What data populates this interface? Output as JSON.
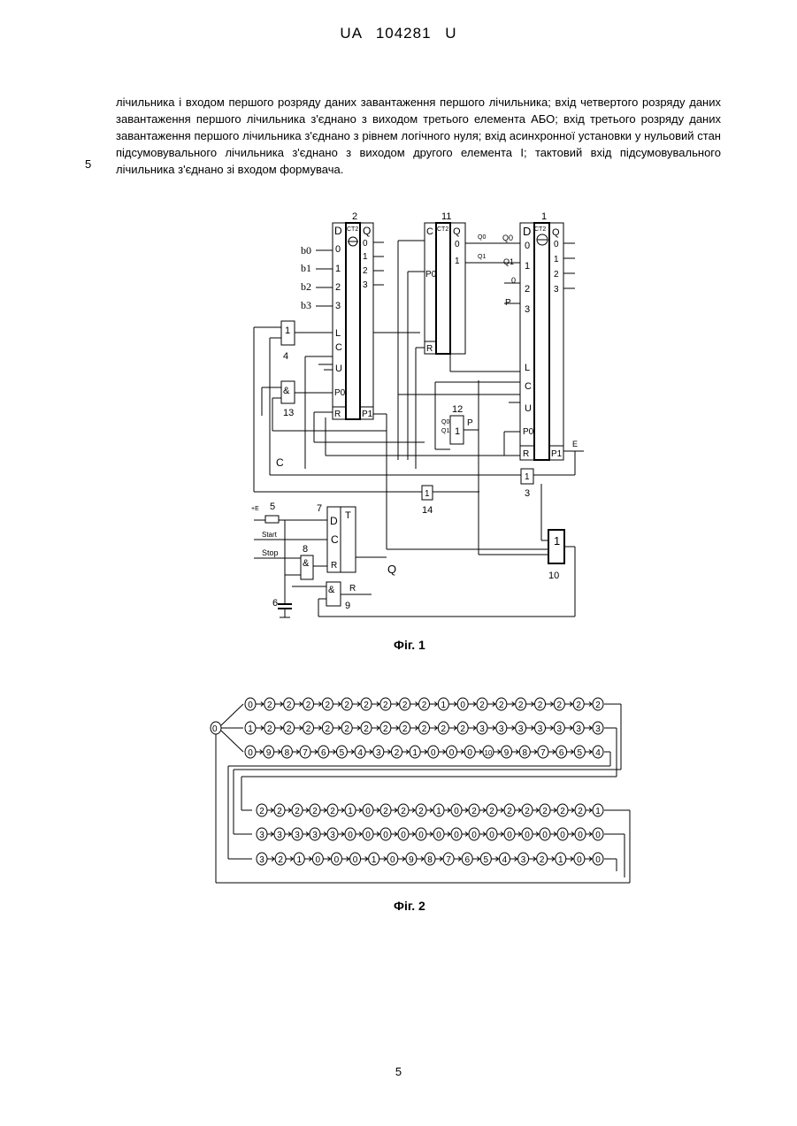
{
  "header": {
    "doc_id": "UA 104281 U"
  },
  "text": {
    "line_number": "5",
    "paragraph": "лічильника і входом першого розряду даних завантаження першого лічильника; вхід четвертого розряду даних завантаження першого лічильника з'єднано з виходом третього елемента АБО; вхід третього розряду даних завантаження першого лічильника з'єднано з рівнем логічного нуля; вхід асинхронної установки у нульовий стан підсумовувального лічильника з'єднано з виходом другого елемента І; тактовий вхід підсумовувального лічильника з'єднано зі входом формувача."
  },
  "fig1": {
    "caption": "Фіг. 1",
    "block_numbers": [
      "2",
      "11",
      "1",
      "4",
      "13",
      "12",
      "3",
      "14",
      "5",
      "7",
      "8",
      "9",
      "6",
      "10"
    ],
    "inputs": [
      "b0",
      "b1",
      "b2",
      "b3"
    ],
    "counter_label": "CT2",
    "pins": {
      "D": "D",
      "Q": "Q",
      "L": "L",
      "C": "C",
      "U": "U",
      "R": "R",
      "P0": "P0",
      "P1": "P1",
      "P": "P",
      "T": "T",
      "zero": "0",
      "one": "1",
      "two": "2",
      "three": "3"
    },
    "signals": {
      "q0": "Q0",
      "q1": "Q1",
      "c": "C",
      "e": "E",
      "plus_e": "+E",
      "start": "Start",
      "stop": "Stop",
      "q": "Q",
      "r_bar": "R"
    },
    "gates": {
      "or": "1",
      "and": "&",
      "t": "T"
    }
  },
  "fig2": {
    "caption": "Фіг. 2",
    "start_node": "0",
    "rows": [
      [
        "0",
        "2",
        "2",
        "2",
        "2",
        "2",
        "2",
        "2",
        "2",
        "2",
        "1",
        "0",
        "2",
        "2",
        "2",
        "2",
        "2",
        "2",
        "2"
      ],
      [
        "1",
        "2",
        "2",
        "2",
        "2",
        "2",
        "2",
        "2",
        "2",
        "2",
        "2",
        "2",
        "3",
        "3",
        "3",
        "3",
        "3",
        "3",
        "3"
      ],
      [
        "0",
        "9",
        "8",
        "7",
        "6",
        "5",
        "4",
        "3",
        "2",
        "1",
        "0",
        "0",
        "0",
        "10",
        "9",
        "8",
        "7",
        "6",
        "5",
        "4"
      ],
      [
        "2",
        "2",
        "2",
        "2",
        "2",
        "1",
        "0",
        "2",
        "2",
        "2",
        "1",
        "0",
        "2",
        "2",
        "2",
        "2",
        "2",
        "2",
        "2",
        "1"
      ],
      [
        "3",
        "3",
        "3",
        "3",
        "3",
        "0",
        "0",
        "0",
        "0",
        "0",
        "0",
        "0",
        "0",
        "0",
        "0",
        "0",
        "0",
        "0",
        "0",
        "0"
      ],
      [
        "3",
        "2",
        "1",
        "0",
        "0",
        "0",
        "1",
        "0",
        "9",
        "8",
        "7",
        "6",
        "5",
        "4",
        "3",
        "2",
        "1",
        "0",
        "0"
      ]
    ]
  },
  "footer": {
    "page_number": "5"
  }
}
